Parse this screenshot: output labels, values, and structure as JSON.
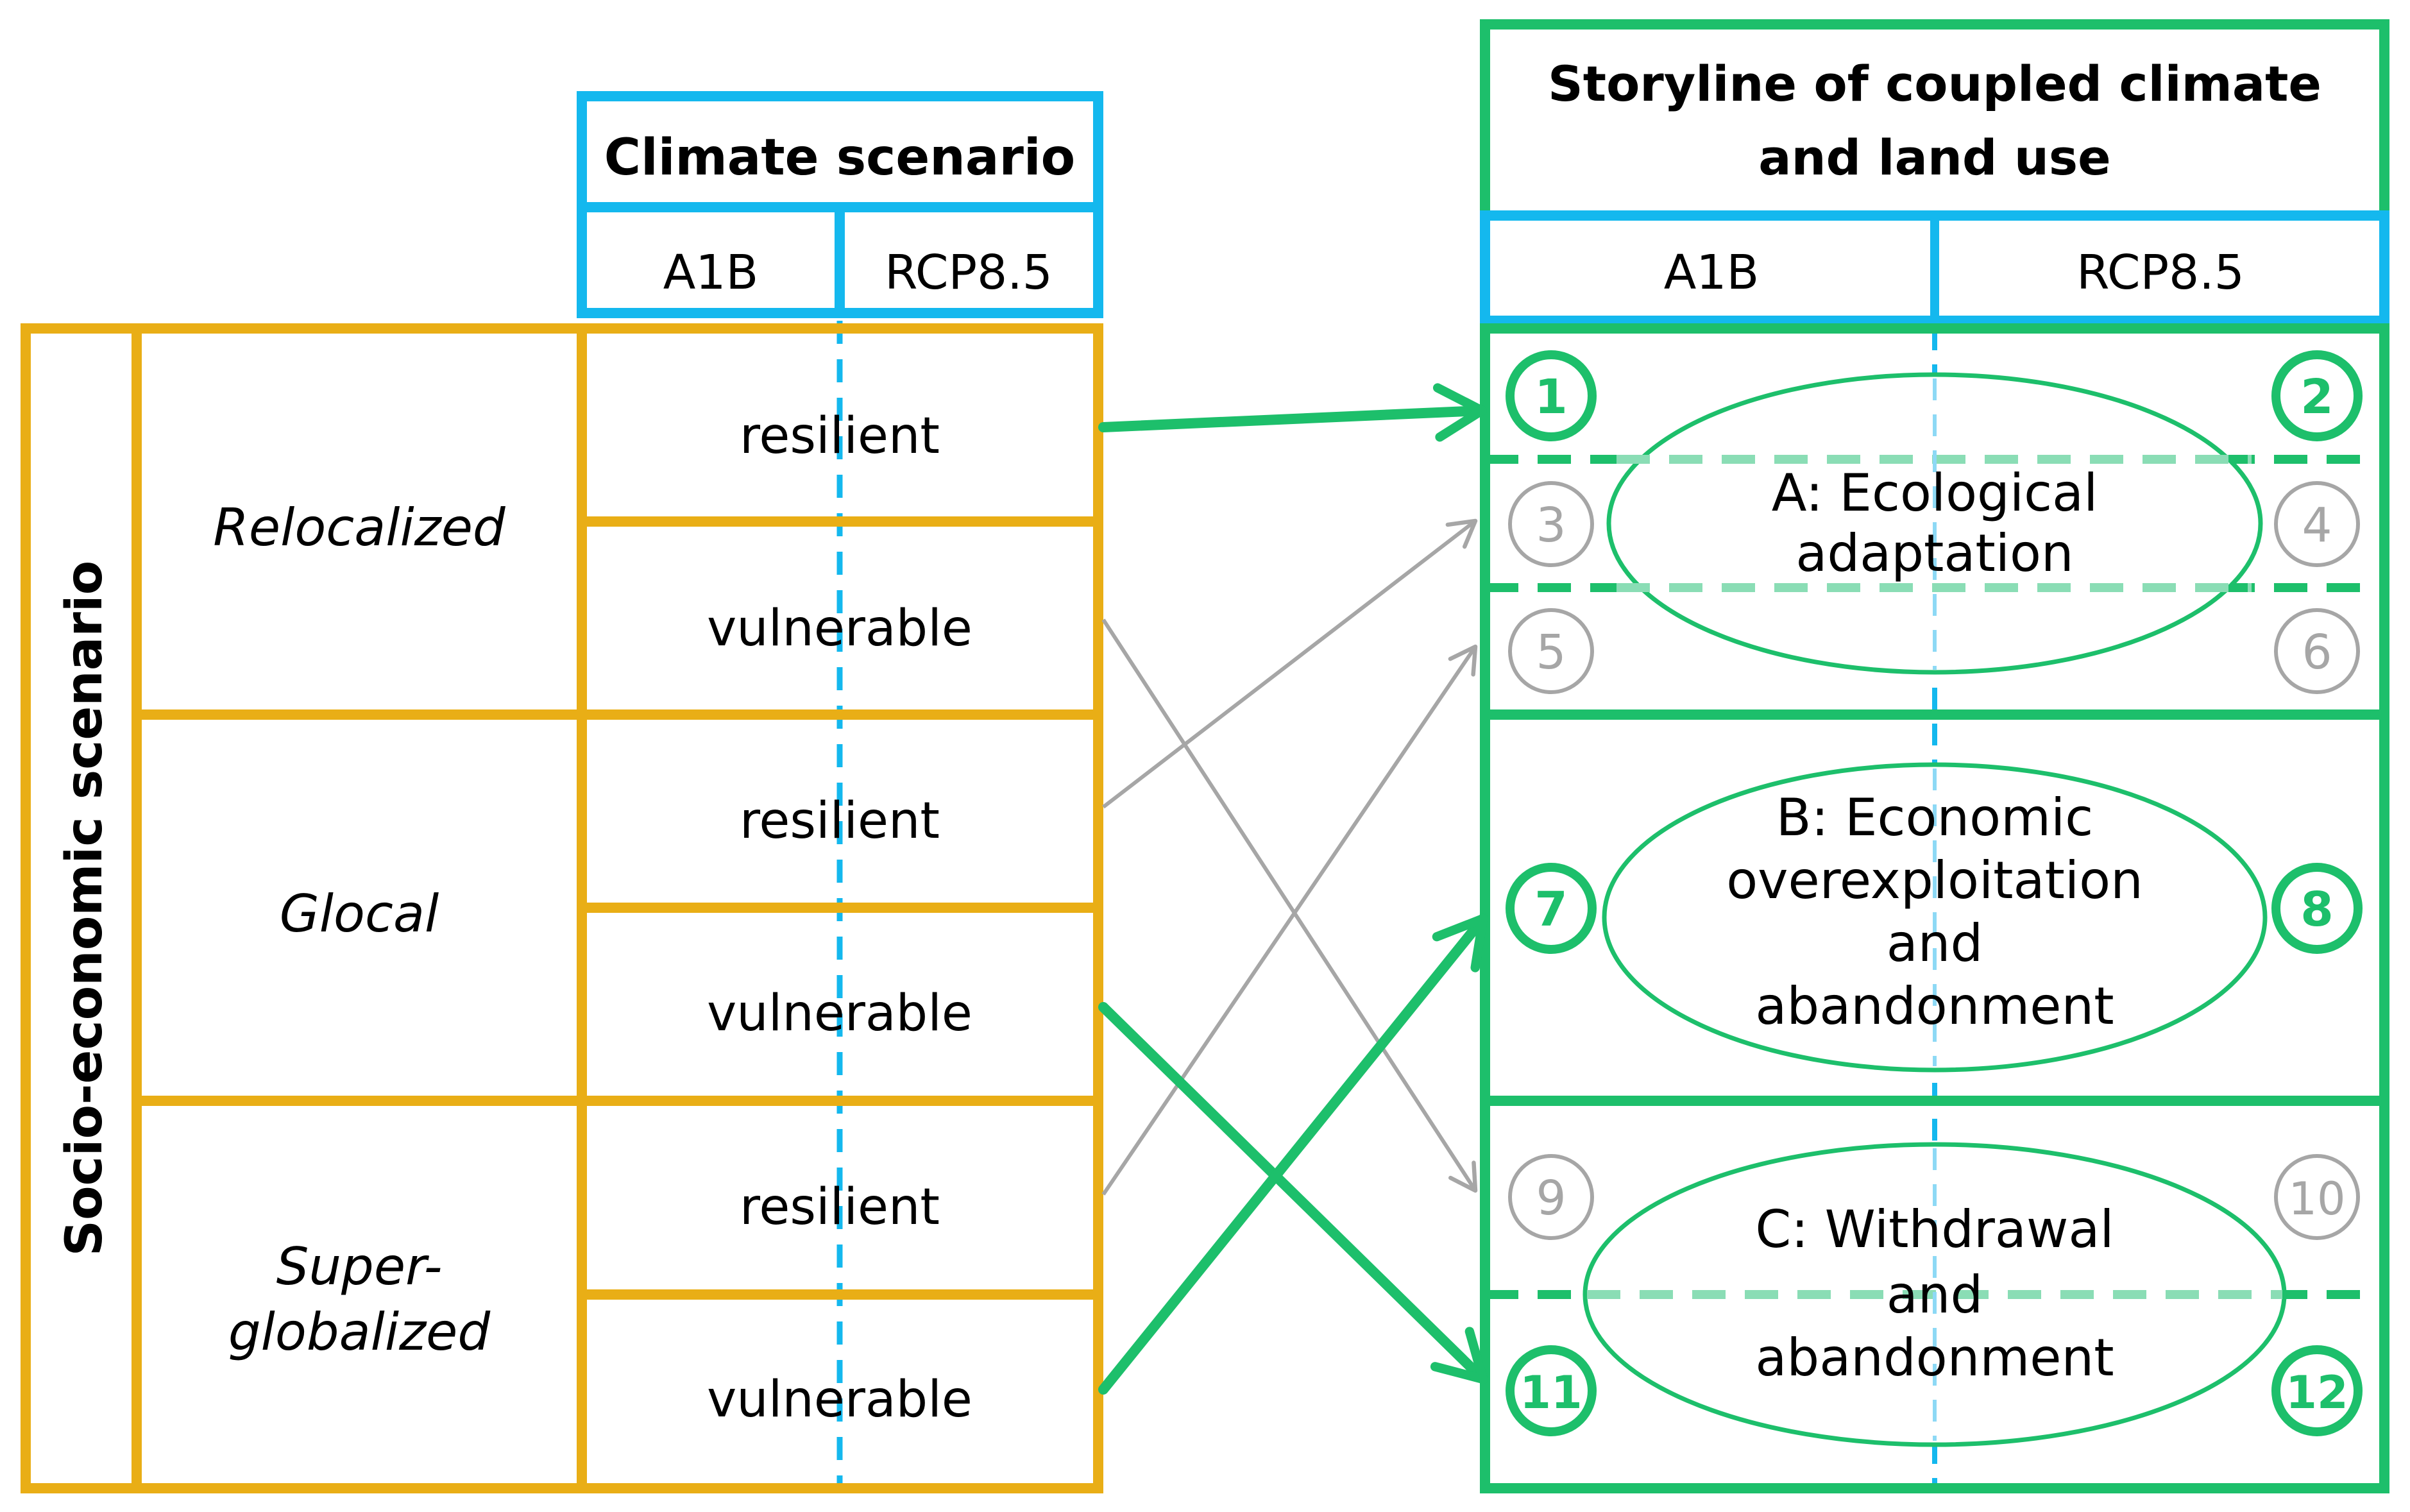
{
  "climate_header": {
    "title": "Climate scenario",
    "col_a1b": "A1B",
    "col_rcp": "RCP8.5"
  },
  "socio": {
    "title": "Socio-economic scenario",
    "groups": [
      {
        "name": "Relocalized",
        "rows": [
          "resilient",
          "vulnerable"
        ]
      },
      {
        "name_lines": [
          "Glocal"
        ],
        "rows": [
          "resilient",
          "vulnerable"
        ]
      },
      {
        "name_lines": [
          "Super-",
          "globalized"
        ],
        "rows": [
          "resilient",
          "vulnerable"
        ]
      }
    ]
  },
  "storyline": {
    "title_lines": [
      "Storyline of coupled climate",
      "and land use"
    ],
    "col_a1b": "A1B",
    "col_rcp": "RCP8.5",
    "story_a_lines": [
      "A: Ecological",
      "adaptation"
    ],
    "story_b_lines": [
      "B: Economic",
      "overexploitation",
      "and",
      "abandonment"
    ],
    "story_c_lines": [
      "C: Withdrawal",
      "and",
      "abandonment"
    ],
    "numbers": [
      "1",
      "2",
      "3",
      "4",
      "5",
      "6",
      "7",
      "8",
      "9",
      "10",
      "11",
      "12"
    ]
  },
  "colors": {
    "orange": "#E9AE16",
    "cyan": "#14B8EE",
    "green": "#1DBF6B",
    "green_light": "#8ADDB5",
    "gray": "#A6A6A6"
  }
}
